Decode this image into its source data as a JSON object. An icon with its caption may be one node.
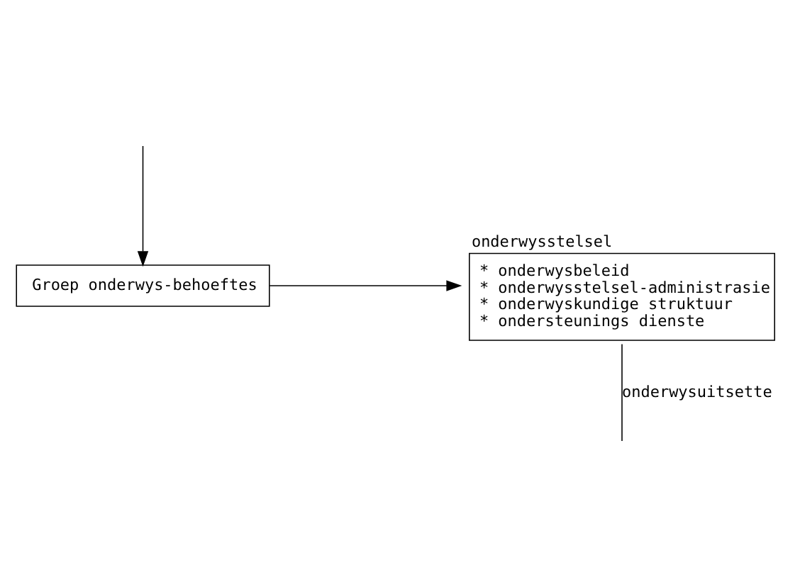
{
  "diagram": {
    "nodes": [
      {
        "text": [
          "onderwysstelsel",
          "* onderwysbeleid",
          "* onderwysstelsel-administrasie",
          "* onderwyskundige struktuur",
          "* ondersteunings dienste"
        ]
      },
      {
        "text": [
          "Groep onderwys-behoeftes"
        ]
      }
    ],
    "edges": [
      {
        "from": 1,
        "to": 0,
        "arrow": "to"
      },
      {
        "from": 0,
        "to": null,
        "arrow": "none",
        "label": "onderwysuitsette"
      },
      {
        "from": null,
        "to": 1,
        "arrow": "to"
      }
    ]
  }
}
